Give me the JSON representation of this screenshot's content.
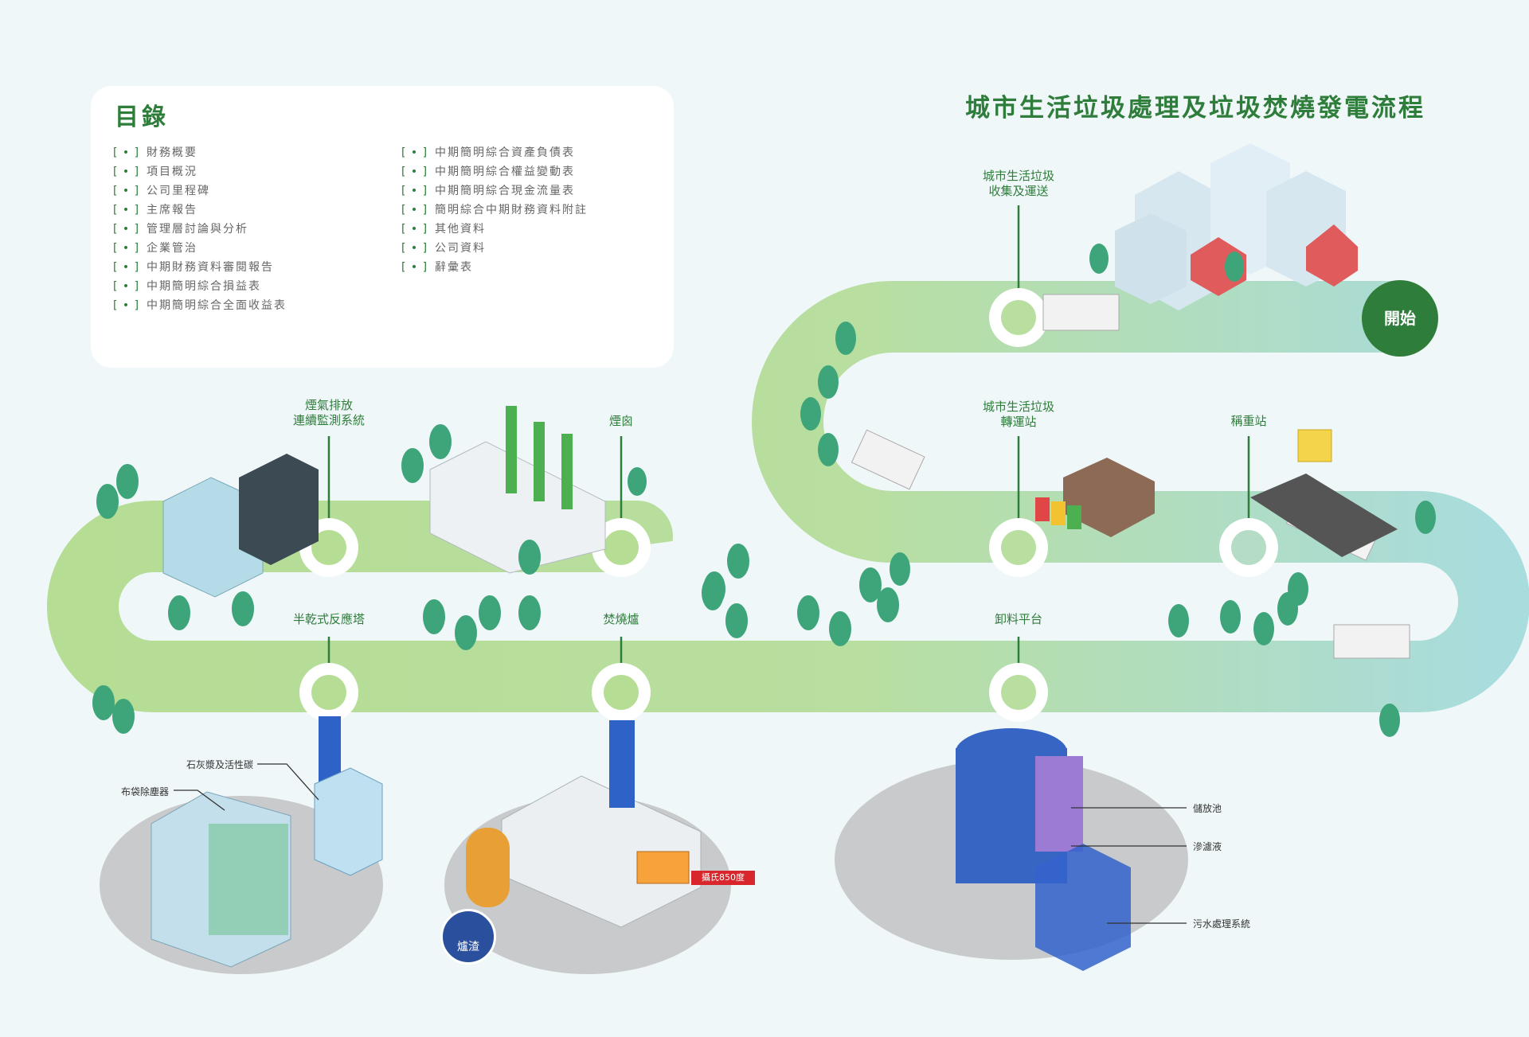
{
  "toc": {
    "title": "目錄",
    "marker": "[ • ]",
    "left": [
      "財務概要",
      "項目概況",
      "公司里程碑",
      "主席報告",
      "管理層討論與分析",
      "企業管治",
      "中期財務資料審閱報告",
      "中期簡明綜合損益表",
      "中期簡明綜合全面收益表"
    ],
    "right": [
      "中期簡明綜合資產負債表",
      "中期簡明綜合權益變動表",
      "中期簡明綜合現金流量表",
      "簡明綜合中期財務資料附註",
      "其他資料",
      "公司資料",
      "辭彙表"
    ]
  },
  "title": "城市生活垃圾處理及垃圾焚燒發電流程",
  "start": "開始",
  "stages": {
    "collection": "城市生活垃圾\n收集及運送",
    "transfer": "城市生活垃圾\n轉運站",
    "weighbridge": "稱重站",
    "unloading": "卸料平台",
    "incinerator": "焚燒爐",
    "reaction_tower": "半乾式反應塔",
    "cems": "煙氣排放\n連續監測系統",
    "chimney": "煙囪"
  },
  "callouts": {
    "lime": "石灰漿及活性碳",
    "bag_filter": "布袋除塵器",
    "storage": "儲放池",
    "leachate": "滲濾液",
    "wastewater": "污水處理系統",
    "temperature": "攝氏850度",
    "slag": "爐渣"
  },
  "colors": {
    "green": "#2e7d3a",
    "path_light": "#b5dd94",
    "path_teal": "#a9dcdd",
    "background": "#eff7f9"
  }
}
